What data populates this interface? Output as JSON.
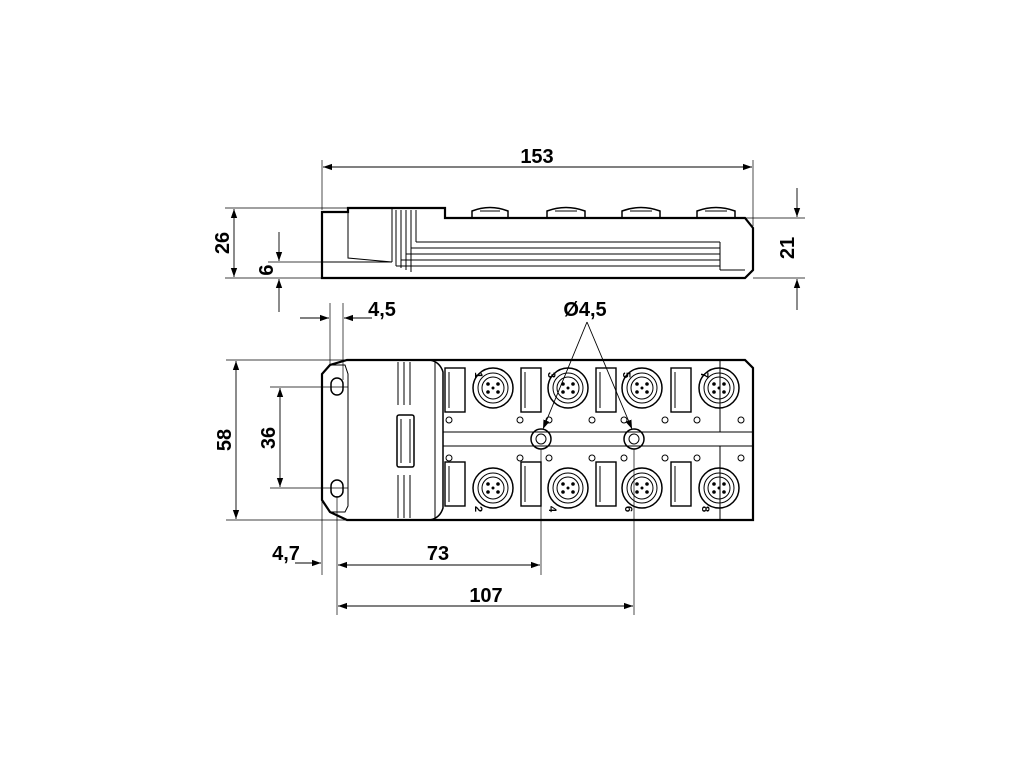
{
  "dimensions": {
    "top_width": "153",
    "side_height": "26",
    "side_base": "6",
    "side_right": "21",
    "hole_offset": "4,5",
    "hole_diameter": "Ø4,5",
    "front_height": "58",
    "hole_spacing": "36",
    "edge_offset": "4,7",
    "port_distance_1": "73",
    "port_distance_2": "107"
  },
  "port_numbers": [
    "1",
    "2",
    "3",
    "4",
    "5",
    "6",
    "7",
    "8"
  ]
}
